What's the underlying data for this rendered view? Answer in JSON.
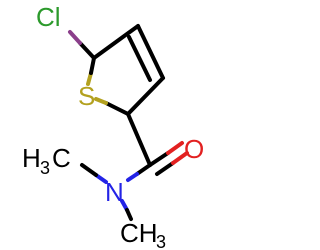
{
  "molecule": {
    "atoms": {
      "cl": {
        "symbol": "Cl",
        "color": "#2c9a2c"
      },
      "s": {
        "symbol": "S",
        "color": "#b3a11f"
      },
      "o": {
        "symbol": "O",
        "color": "#e22121"
      },
      "n": {
        "symbol": "N",
        "color": "#2323e6"
      },
      "methyl_left": {
        "symbol": "H",
        "subscript": "3",
        "carbon": "C"
      },
      "methyl_right": {
        "symbol": "CH",
        "subscript": "3"
      }
    },
    "bond_color": "#000000",
    "carbon_color": "#000000"
  }
}
